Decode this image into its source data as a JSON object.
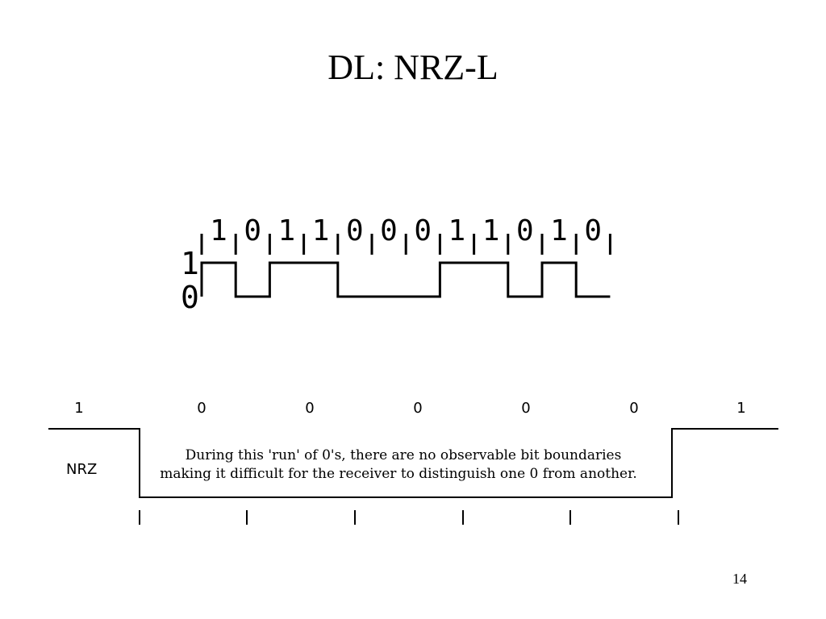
{
  "slide": {
    "title": "DL: NRZ-L",
    "page_number": "14"
  },
  "diagram_top": {
    "bits": [
      "1",
      "0",
      "1",
      "1",
      "0",
      "0",
      "0",
      "1",
      "1",
      "0",
      "1",
      "0"
    ],
    "level_high_label": "1",
    "level_low_label": "0"
  },
  "diagram_bottom": {
    "bits": [
      "1",
      "0",
      "0",
      "0",
      "0",
      "0",
      "1"
    ],
    "signal_label": "NRZ",
    "note_line1": "During this 'run' of 0's, there are no observable bit boundaries",
    "note_line2": "making it difficult for the receiver to distinguish one 0 from another."
  }
}
